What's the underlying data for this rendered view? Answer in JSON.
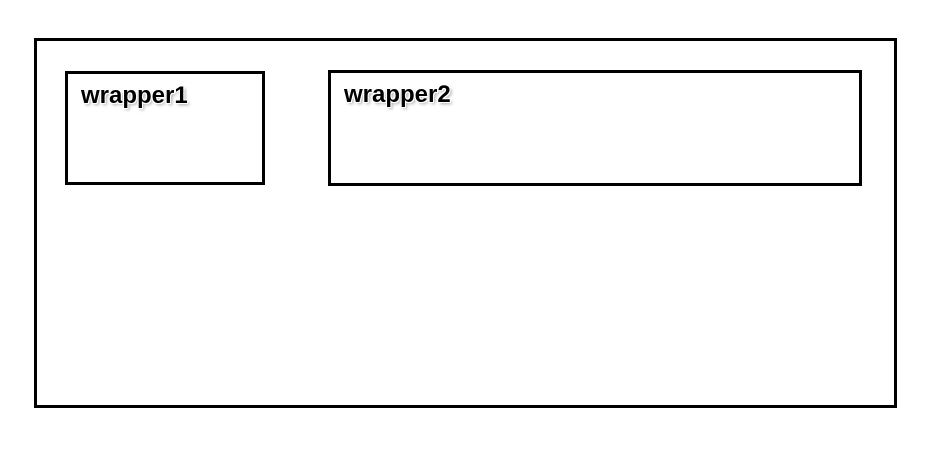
{
  "canvas": {
    "background_color": "#ffffff",
    "border_color": "#000000",
    "text_color": "#000000",
    "text_halo_color": "#ffffff"
  },
  "outer_box": {
    "label": ""
  },
  "boxes": [
    {
      "id": "wrapper1",
      "label": "wrapper1"
    },
    {
      "id": "wrapper2",
      "label": "wrapper2"
    }
  ]
}
